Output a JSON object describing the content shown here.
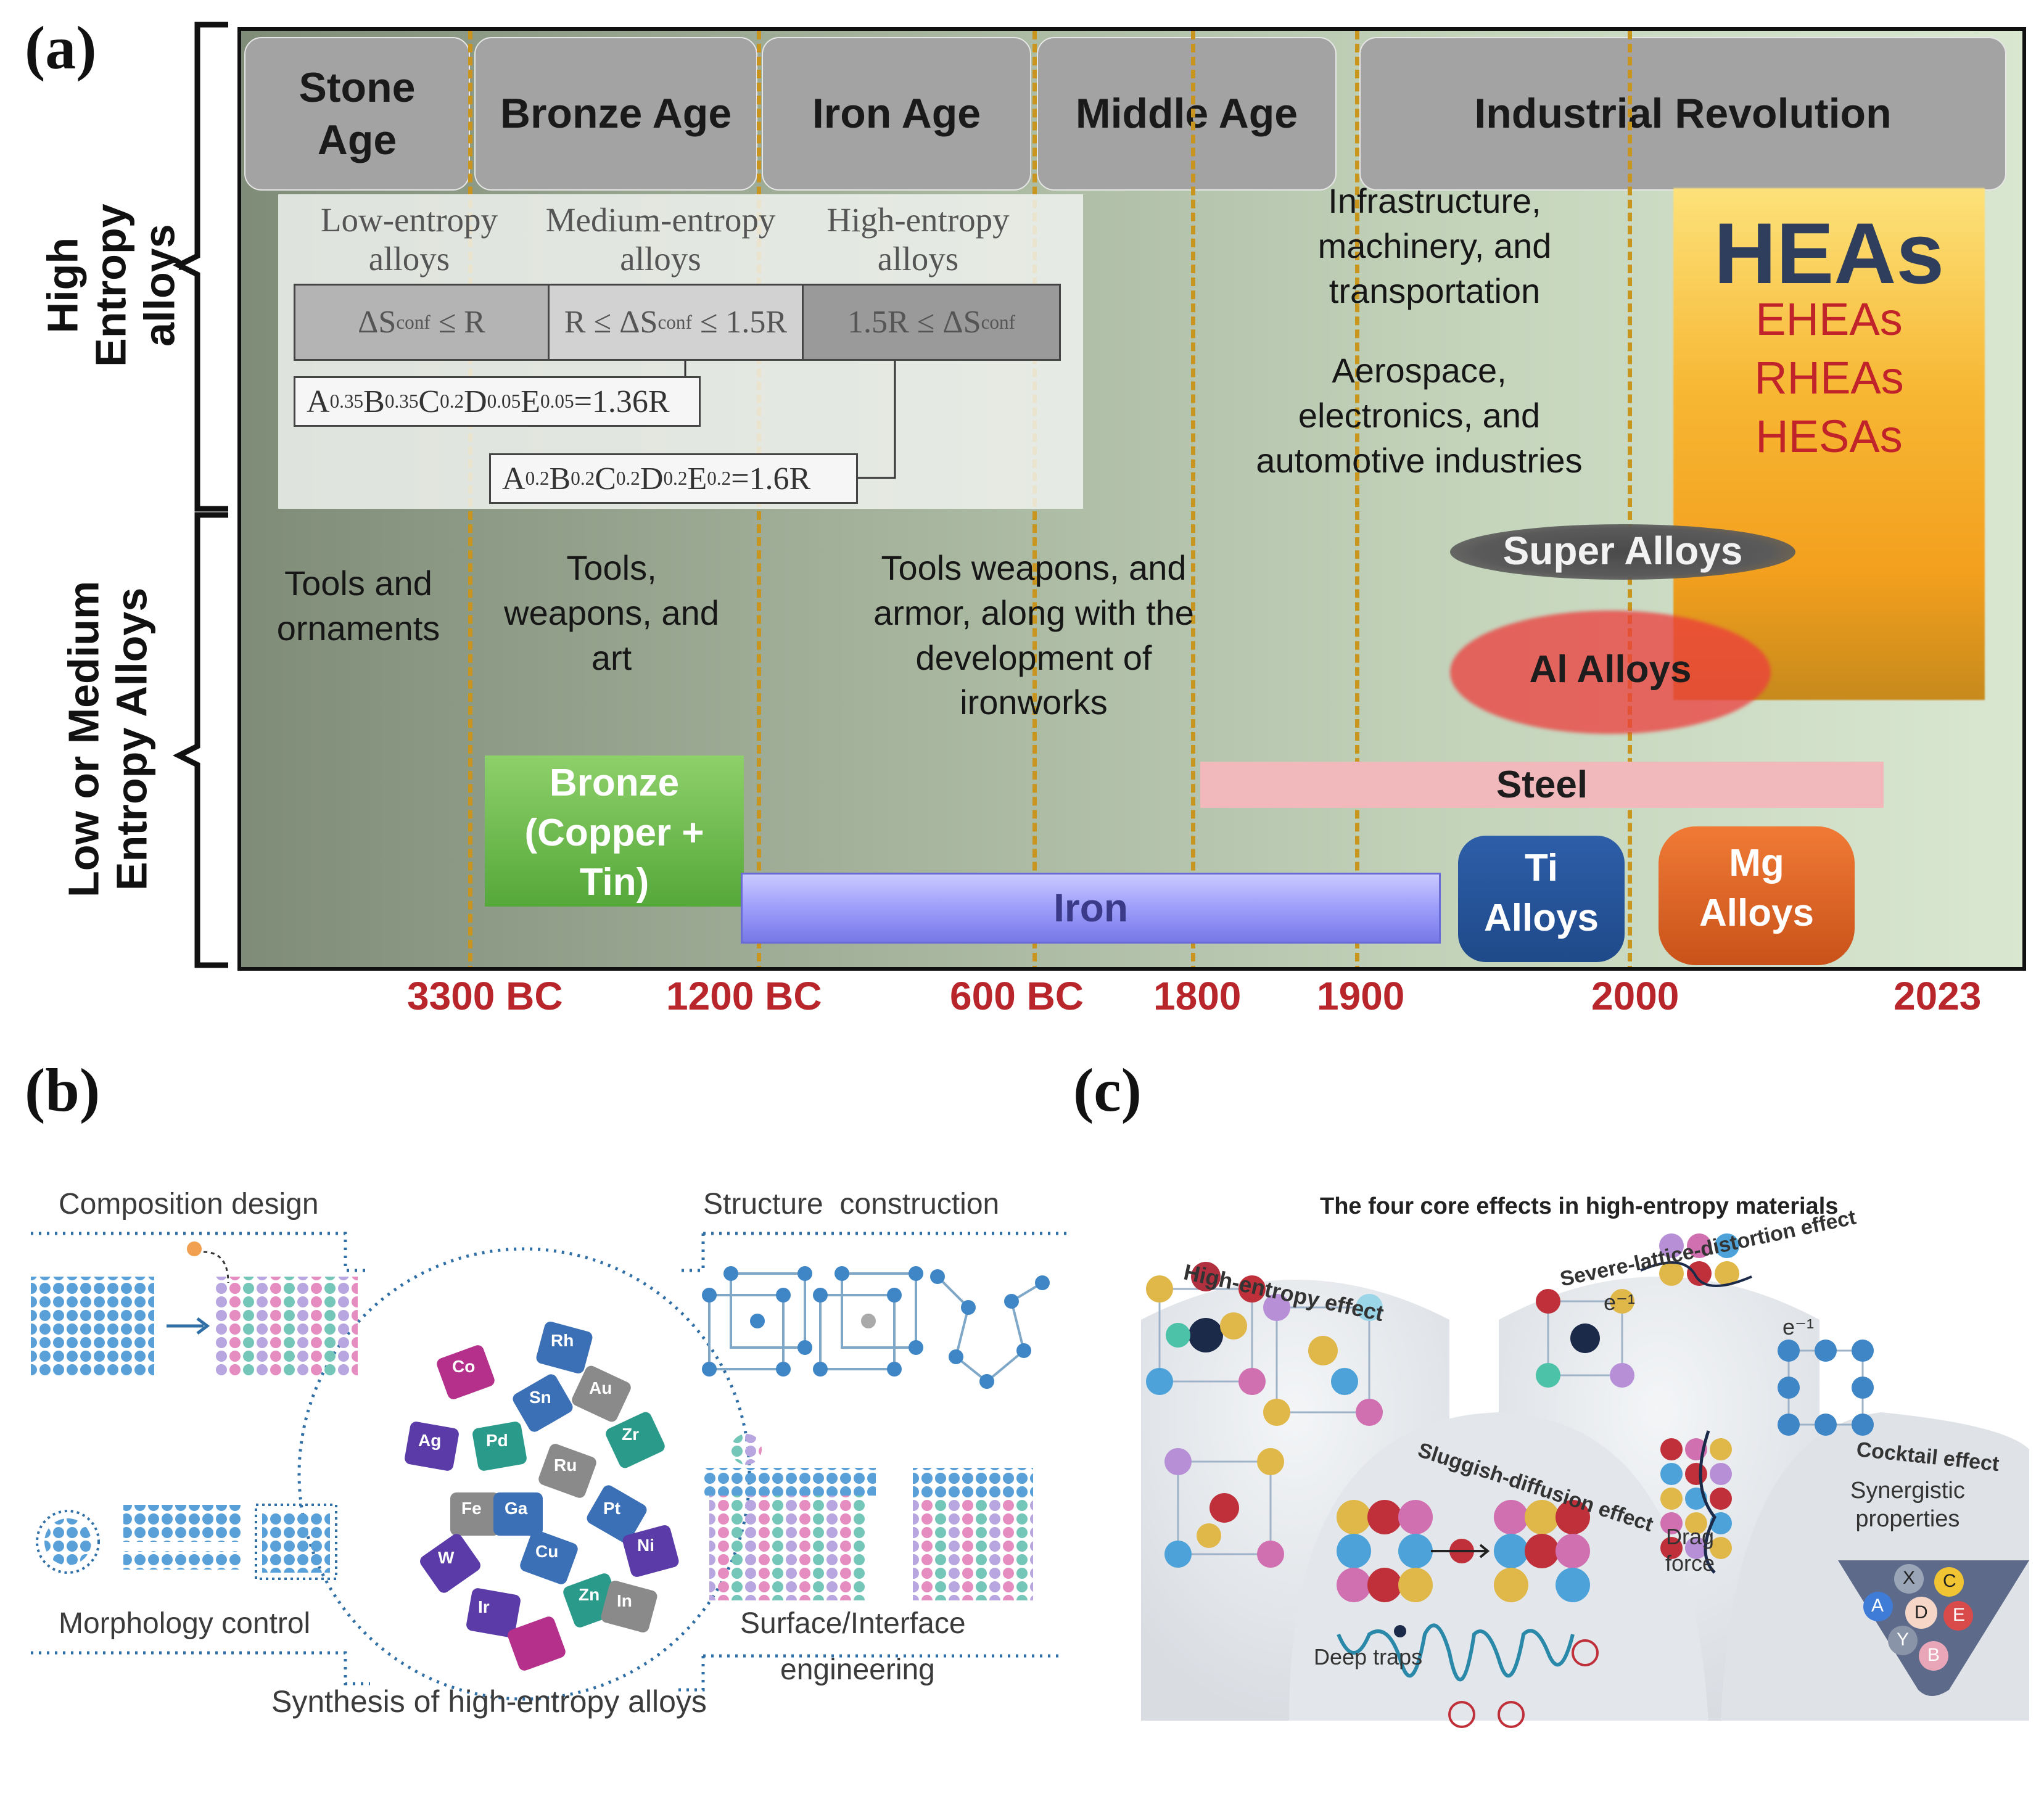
{
  "panel_a": {
    "letter": "(a)",
    "eras": [
      "Stone\nAge",
      "Bronze Age",
      "Iron Age",
      "Middle Age",
      "Industrial Revolution"
    ],
    "side_labels": {
      "upper": "High Entropy\nalloys",
      "lower": "Low or Medium\nEntropy Alloys"
    },
    "entropy_table": {
      "headers": [
        "Low-entropy\nalloys",
        "Medium-entropy\nalloys",
        "High-entropy\nalloys"
      ],
      "conditions": [
        "ΔS_conf ≤ R",
        "R ≤ ΔS_conf ≤ 1.5R",
        "1.5R ≤ ΔS_conf"
      ],
      "example_medium": "A0.35B0.35C0.2D0.05E0.05=1.36R",
      "example_high": "A0.2B0.2C0.2D0.2E0.2=1.6R"
    },
    "period_texts": {
      "stone": "Tools and\nornaments",
      "bronze": "Tools,\nweapons, and\nart",
      "iron": "Tools  weapons, and\narmor, along with the\ndevelopment of\nironworks",
      "industrial_1": "Infrastructure,\nmachinery, and\ntransportation",
      "industrial_2": "Aerospace,\nelectronics, and\nautomotive industries"
    },
    "materials": {
      "bronze": "Bronze\n(Copper +\nTin)",
      "iron": "Iron",
      "steel": "Steel",
      "super": "Super Alloys",
      "al": "Al Alloys",
      "ti": "Ti\nAlloys",
      "mg": "Mg\nAlloys",
      "heas_title": "HEAs",
      "heas_types": [
        "EHEAs",
        "RHEAs",
        "HESAs"
      ]
    },
    "years": [
      "3300 BC",
      "1200 BC",
      "600 BC",
      "1800",
      "1900",
      "2000",
      "2023"
    ]
  },
  "panel_b": {
    "letter": "(b)",
    "labels": {
      "composition": "Composition design",
      "structure": "Structure  construction",
      "morphology": "Morphology control",
      "surface": "Surface/Interface",
      "engineering": "engineering",
      "caption": "Synthesis of high-entropy alloys"
    },
    "puzzle_elements": [
      "Co",
      "Rh",
      "Sn",
      "Au",
      "Ag",
      "Pd",
      "Ru",
      "Zr",
      "Fe",
      "Ga",
      "Pt",
      "Ni",
      "Cu",
      "Zn",
      "In",
      "W",
      "Ir"
    ]
  },
  "panel_c": {
    "letter": "(c)",
    "title": "The four core effects in high-entropy materials",
    "effects": [
      "High-entropy effect",
      "Severe-lattice-distortion effect",
      "Sluggish-diffusion effect",
      "Cocktail effect"
    ],
    "labels": {
      "electron": "e⁻¹",
      "drag": "Drag\nforce",
      "traps": "Deep traps",
      "synergy": "Synergistic\nproperties"
    },
    "cocktail_elements": [
      "X",
      "C",
      "A",
      "D",
      "E",
      "Y",
      "B"
    ]
  },
  "colors": {
    "year_red": "#b8262b",
    "dash_gold": "#c8951e",
    "heas_navy": "#2e3e5c",
    "heas_red": "#c0242a"
  }
}
